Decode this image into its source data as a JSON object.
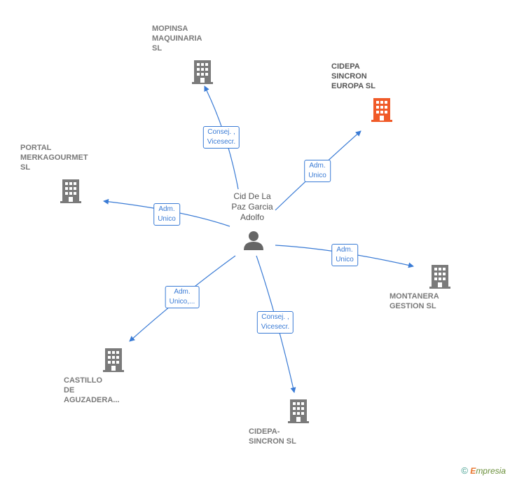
{
  "center": {
    "name": "Cid De La\nPaz Garcia\nAdolfo",
    "icon": "person-icon"
  },
  "companies": [
    {
      "id": "mopinsa",
      "name": "MOPINSA\nMAQUINARIA\nSL",
      "highlight": false
    },
    {
      "id": "cidepa-europa",
      "name": "CIDEPA\nSINCRON\nEUROPA  SL",
      "highlight": true
    },
    {
      "id": "portal",
      "name": "PORTAL\nMERKAGOURMET\nSL",
      "highlight": false
    },
    {
      "id": "montanera",
      "name": "MONTANERA\nGESTION SL",
      "highlight": false
    },
    {
      "id": "castillo",
      "name": "CASTILLO\nDE\nAGUZADERA...",
      "highlight": false
    },
    {
      "id": "cidepa-sincron",
      "name": "CIDEPA-\nSINCRON SL",
      "highlight": false
    }
  ],
  "relations": [
    {
      "to": "mopinsa",
      "label": "Consej. ,\nVicesecr."
    },
    {
      "to": "cidepa-europa",
      "label": "Adm.\nUnico"
    },
    {
      "to": "portal",
      "label": "Adm.\nUnico"
    },
    {
      "to": "montanera",
      "label": "Adm.\nUnico"
    },
    {
      "to": "castillo",
      "label": "Adm.\nUnico,..."
    },
    {
      "to": "cidepa-sincron",
      "label": "Consej. ,\nVicesecr."
    }
  ],
  "colors": {
    "edge": "#3a7bd5",
    "building": "#7a7a7a",
    "building_highlight": "#f05a28",
    "person": "#666666"
  },
  "footer": {
    "copyright": "©",
    "brand_initial": "E",
    "brand_rest": "mpresia"
  }
}
